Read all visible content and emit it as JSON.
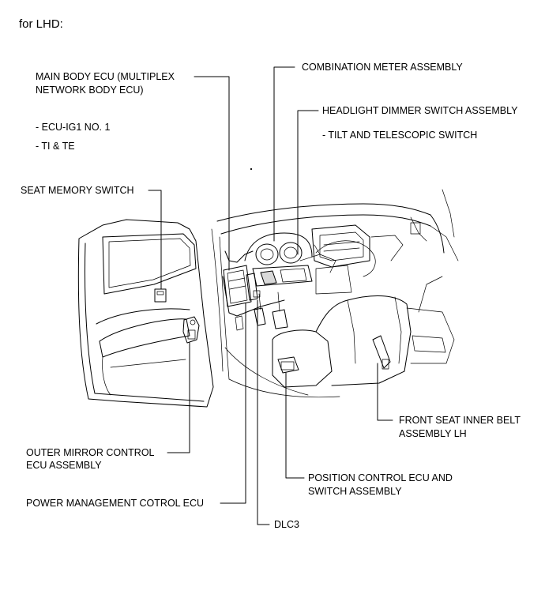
{
  "header": {
    "title": "for LHD:"
  },
  "labels": {
    "main_body_ecu": "MAIN BODY ECU (MULTIPLEX",
    "main_body_ecu_line2": "NETWORK BODY ECU)",
    "ecu_ig1": "- ECU-IG1 NO. 1",
    "ti_te": "- TI & TE",
    "seat_memory_switch": "SEAT MEMORY SWITCH",
    "combination_meter": "COMBINATION METER ASSEMBLY",
    "headlight_dimmer": "HEADLIGHT DIMMER SWITCH  ASSEMBLY",
    "tilt_telescopic": "- TILT AND TELESCOPIC SWITCH",
    "front_seat_belt": "FRONT SEAT INNER BELT",
    "front_seat_belt_line2": "ASSEMBLY  LH",
    "outer_mirror": "OUTER MIRROR CONTROL",
    "outer_mirror_line2": "ECU ASSEMBLY",
    "position_control": "POSITION CONTROL ECU AND",
    "position_control_line2": "SWITCH ASSEMBLY",
    "power_management": "POWER MANAGEMENT COTROL ECU",
    "dlc3": "DLC3"
  }
}
